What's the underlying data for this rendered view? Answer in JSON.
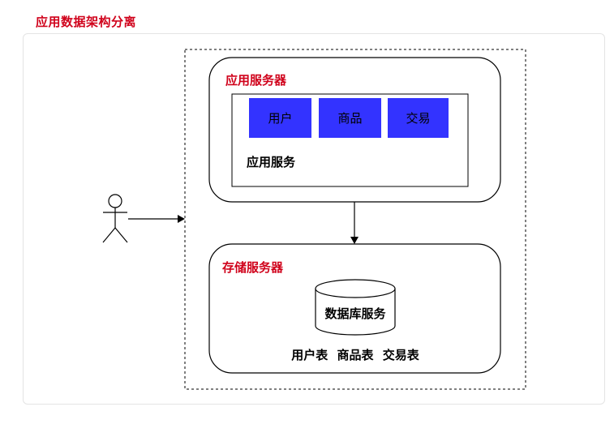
{
  "title": "应用数据架构分离",
  "app_server": {
    "title": "应用服务器",
    "modules": [
      "用户",
      "商品",
      "交易"
    ],
    "service_label": "应用服务"
  },
  "storage_server": {
    "title": "存储服务器",
    "db_label": "数据库服务",
    "tables": "用户表  商品表  交易表"
  },
  "colors": {
    "title_red": "#d0021b",
    "module_blue": "#3333ff"
  }
}
